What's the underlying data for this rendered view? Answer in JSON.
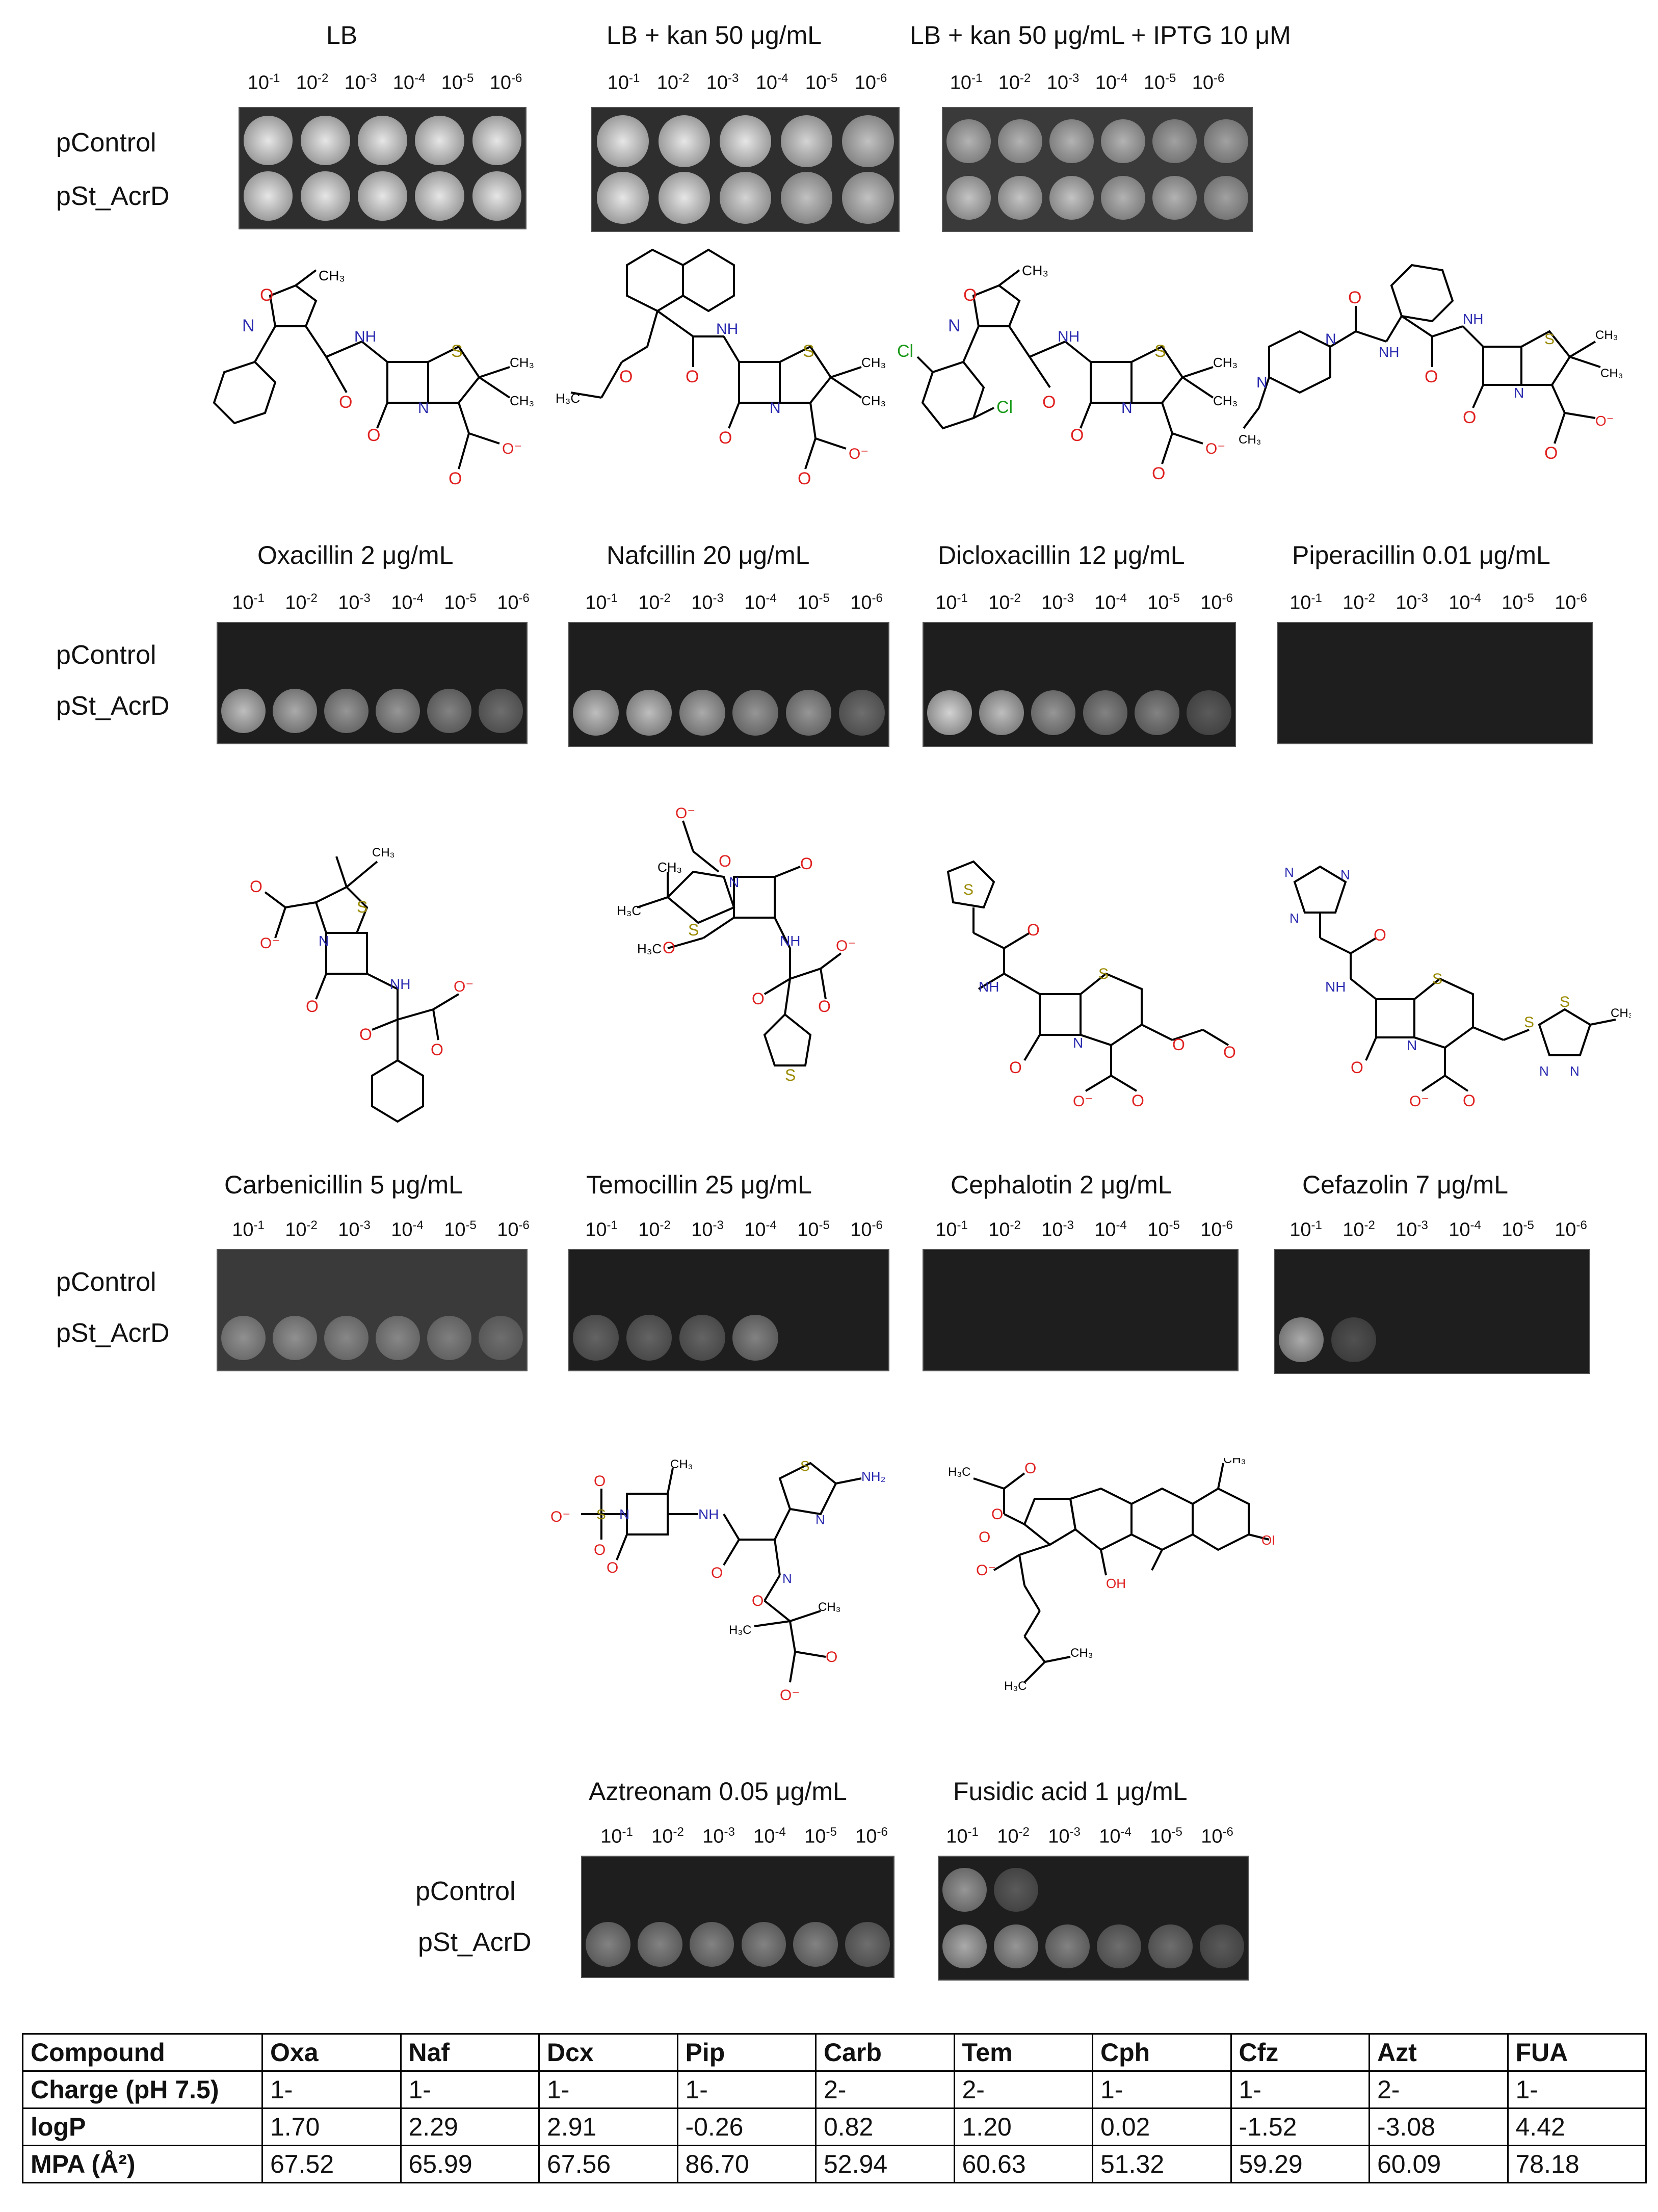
{
  "dilutions": [
    "10",
    "10",
    "10",
    "10",
    "10",
    "10"
  ],
  "exponents": [
    "-1",
    "-2",
    "-3",
    "-4",
    "-5",
    "-6"
  ],
  "strains": [
    "pControl",
    "pSt_AcrD"
  ],
  "panels_row1": [
    {
      "title": "LB"
    },
    {
      "title": "LB + kan 50 μg/mL"
    },
    {
      "title": "LB + kan 50 μg/mL + IPTG 10 μM"
    }
  ],
  "panels_row2": [
    {
      "title": "Oxacillin 2 μg/mL",
      "abbr": "Oxa"
    },
    {
      "title": "Nafcillin 20 μg/mL",
      "abbr": "Naf"
    },
    {
      "title": "Dicloxacillin 12 μg/mL",
      "abbr": "Dcx"
    },
    {
      "title": "Piperacillin 0.01 μg/mL",
      "abbr": "Pip"
    }
  ],
  "panels_row3": [
    {
      "title": "Carbenicillin 5 μg/mL",
      "abbr": "Carb"
    },
    {
      "title": "Temocillin 25 μg/mL",
      "abbr": "Tem"
    },
    {
      "title": "Cephalotin 2 μg/mL",
      "abbr": "Cph"
    },
    {
      "title": "Cefazolin  7 μg/mL",
      "abbr": "Cfz"
    }
  ],
  "panels_row4": [
    {
      "title": "Aztreonam 0.05 μg/mL",
      "abbr": "Azt"
    },
    {
      "title": "Fusidic acid  1 μg/mL",
      "abbr": "FUA"
    }
  ],
  "structure_labels": {
    "ch3": "CH₃",
    "nh": "NH",
    "n": "N",
    "o": "O",
    "s": "S",
    "cl": "Cl",
    "oh": "OH",
    "o_minus": "O⁻",
    "nh2": "NH₂",
    "h3c": "H₃C"
  },
  "table": {
    "header": [
      "Compound",
      "Oxa",
      "Naf",
      "Dcx",
      "Pip",
      "Carb",
      "Tem",
      "Cph",
      "Cfz",
      "Azt",
      "FUA"
    ],
    "rows": [
      [
        "Charge (pH 7.5)",
        "1-",
        "1-",
        "1-",
        "1-",
        "2-",
        "2-",
        "1-",
        "1-",
        "2-",
        "1-"
      ],
      [
        "logP",
        "1.70",
        "2.29",
        "2.91",
        "-0.26",
        "0.82",
        "1.20",
        "0.02",
        "-1.52",
        "-3.08",
        "4.42"
      ],
      [
        "MPA (Å²)",
        "67.52",
        "65.99",
        "67.56",
        "86.70",
        "52.94",
        "60.63",
        "51.32",
        "59.29",
        "60.09",
        "78.18"
      ]
    ]
  },
  "colors": {
    "oxygen": "#e02020",
    "nitrogen": "#2a2ab0",
    "sulfur": "#9a8a00",
    "chlorine": "#1a9a1a",
    "plate": "#2e2e2e",
    "colony": "#bdbdbd"
  }
}
